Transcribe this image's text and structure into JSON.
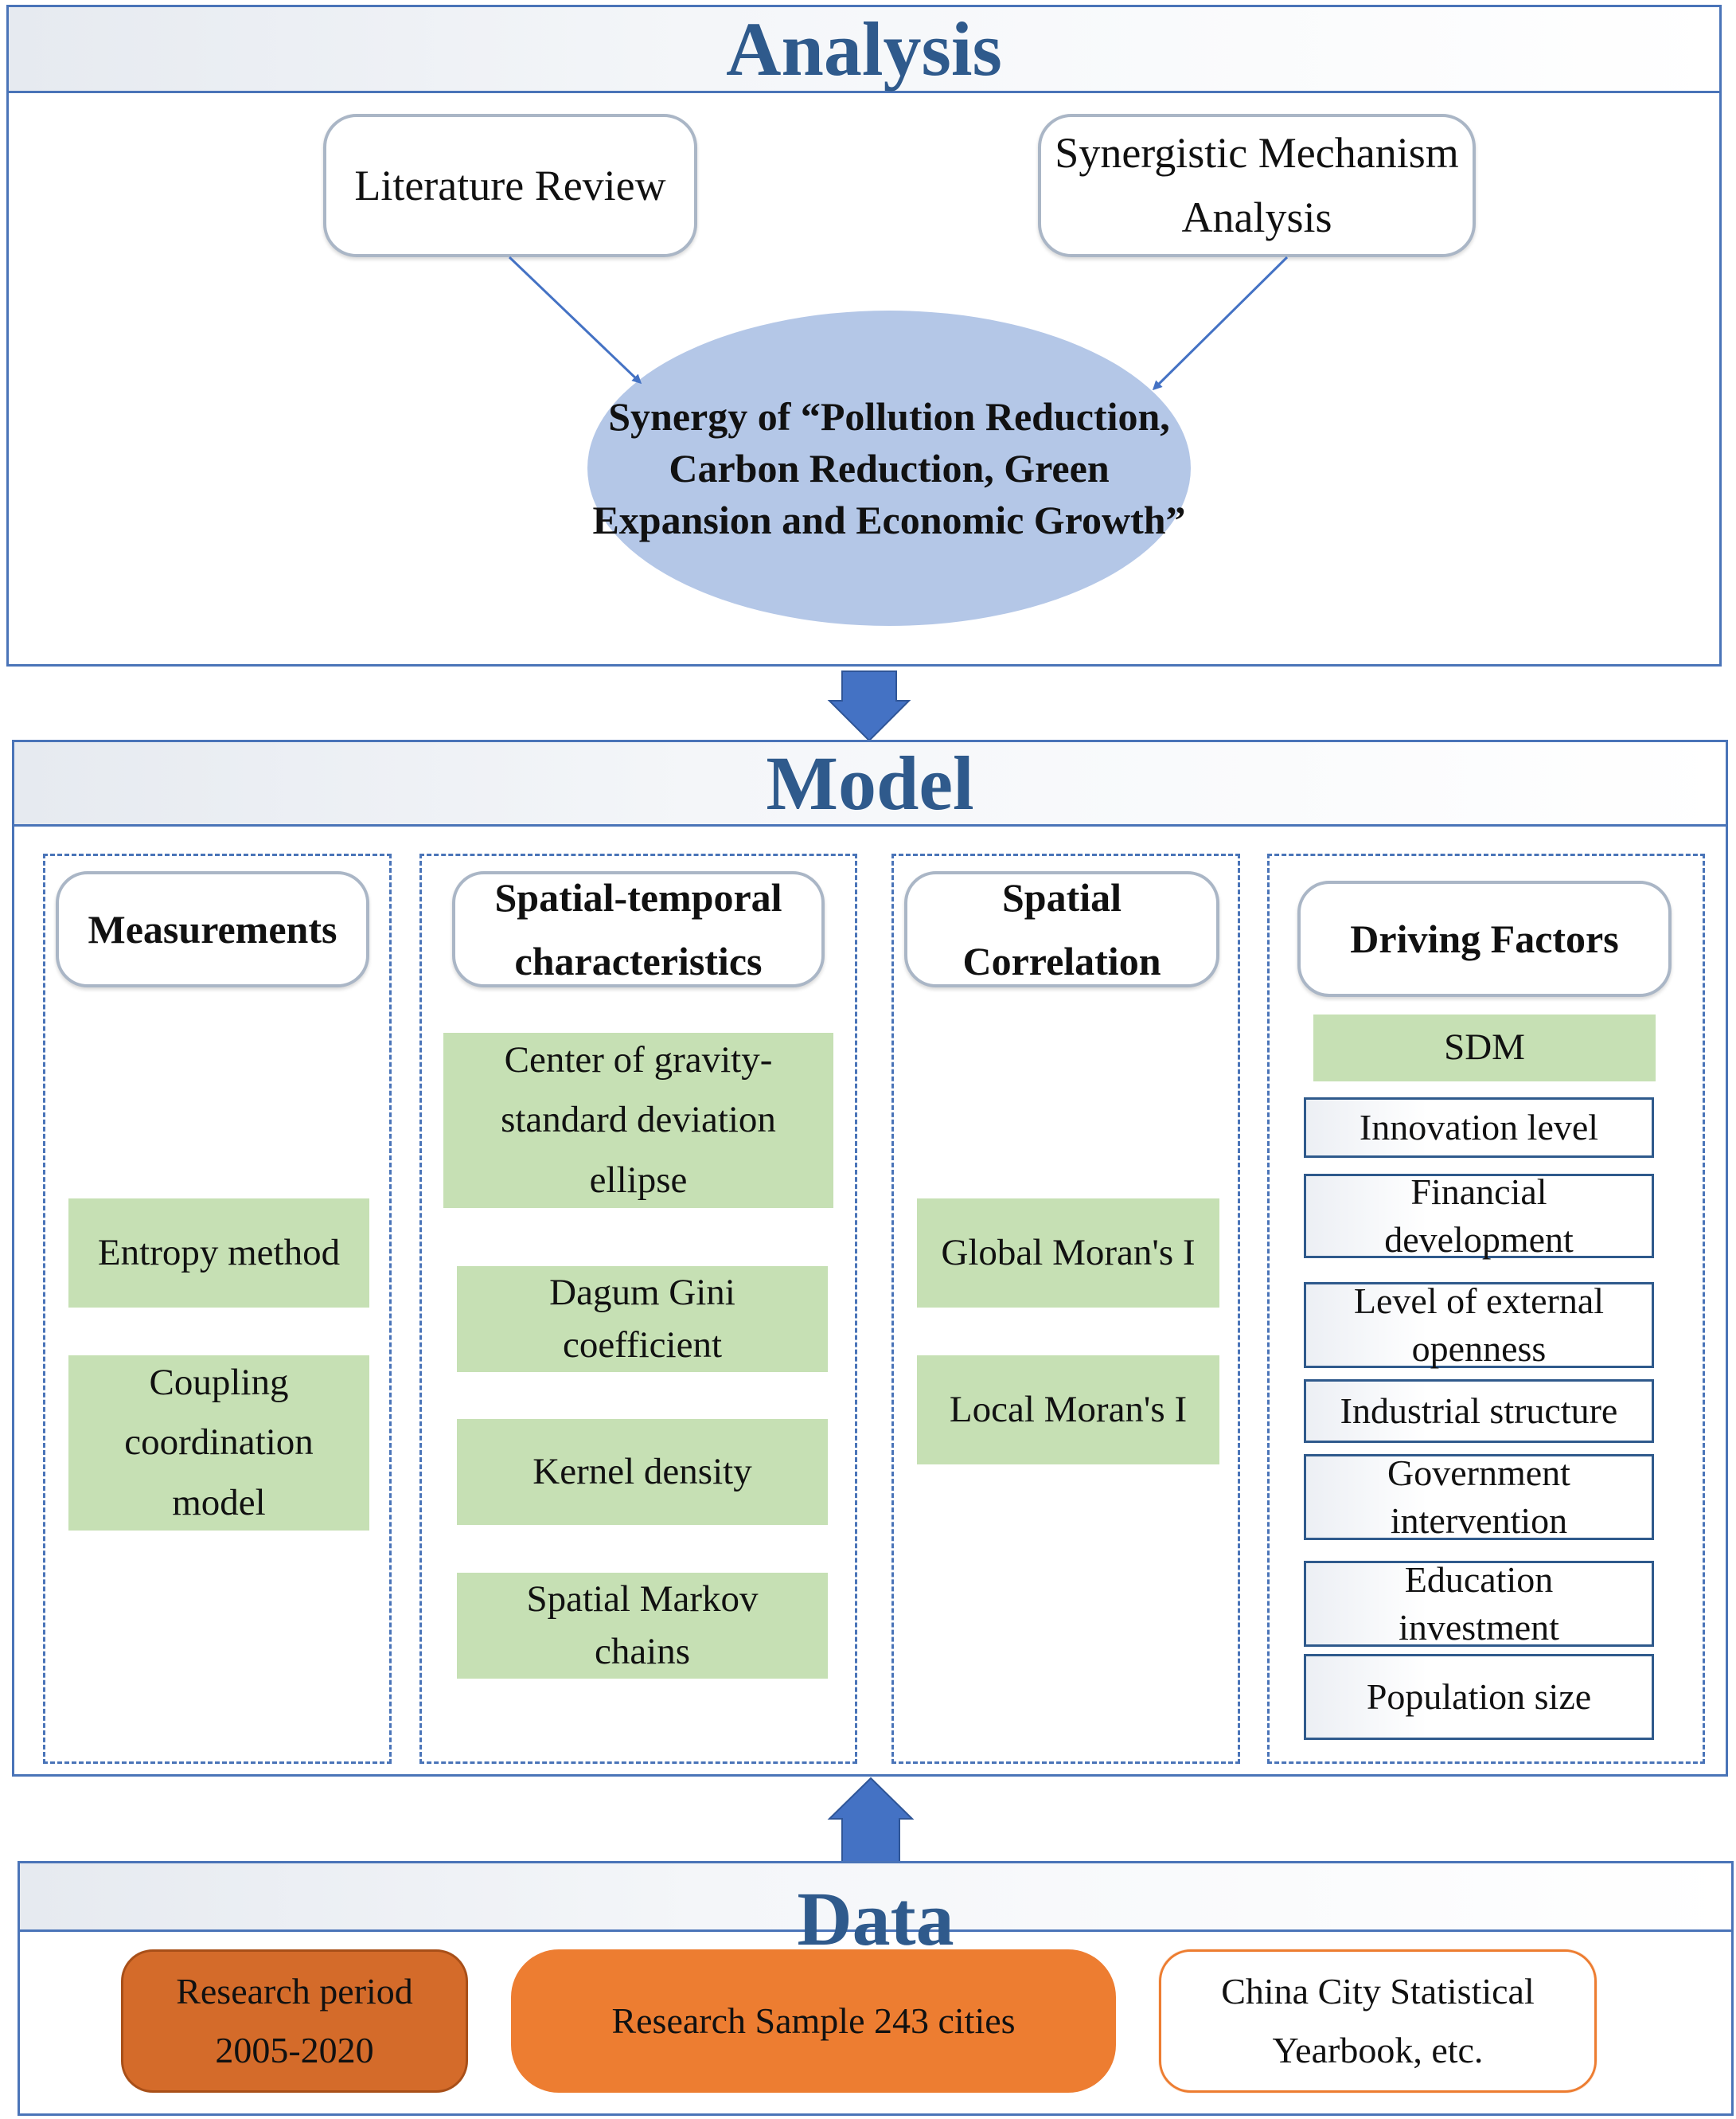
{
  "analysis": {
    "title": "Analysis",
    "literature_review": "Literature Review",
    "synergistic_mechanism": "Synergistic Mechanism Analysis",
    "synergy": "Synergy of “Pollution Reduction, Carbon Reduction, Green Expansion and Economic Growth”"
  },
  "model": {
    "title": "Model",
    "measurements": {
      "heading": "Measurements",
      "items": [
        "Entropy method",
        "Coupling coordination model"
      ]
    },
    "spatial_temporal": {
      "heading": "Spatial-temporal characteristics",
      "items": [
        "Center of gravity-standard deviation ellipse",
        "Dagum Gini coefficient",
        "Kernel density",
        "Spatial Markov chains"
      ]
    },
    "spatial_correlation": {
      "heading": "Spatial Correlation",
      "items": [
        "Global Moran's I",
        "Local Moran's I"
      ]
    },
    "driving_factors": {
      "heading": "Driving Factors",
      "method": "SDM",
      "items": [
        "Innovation level",
        "Financial development",
        "Level of external openness",
        "Industrial structure",
        "Government intervention",
        "Education investment",
        "Population size"
      ]
    }
  },
  "data": {
    "title": "Data",
    "research_period": "Research period 2005-2020",
    "research_sample": "Research Sample 243 cities",
    "yearbook": "China City Statistical Yearbook, etc."
  },
  "colors": {
    "border_blue": "#4a74b8",
    "title_blue": "#2f5a8c",
    "ellipse_fill": "#b4c7e7",
    "method_green": "#c6e0b4",
    "dark_orange": "#d46b2a",
    "orange": "#ed7d31",
    "orange_outline": "#ed7d31"
  }
}
